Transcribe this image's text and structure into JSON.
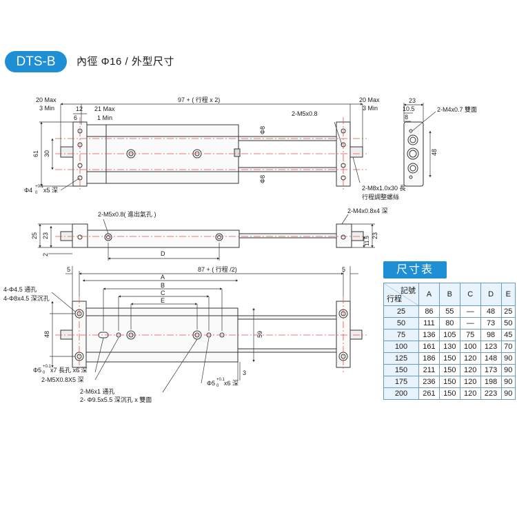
{
  "header": {
    "model": "DTS-B",
    "title": "內徑 Φ16 / 外型尺寸"
  },
  "labels": {
    "top_left_max": "20 Max",
    "top_left_min": "3 Min",
    "dim_12": "12",
    "dim_6": "6",
    "dim_21max": "21 Max",
    "dim_1min": "1 Min",
    "stroke_total": "97 + ( 行程 x 2)",
    "top_right_max": "20 Max",
    "top_right_min": "3 Min",
    "m5_top": "2-M5x0.8",
    "phi8_a": "Φ8",
    "phi8_b": "Φ8",
    "dim_61": "61",
    "dim_30": "30",
    "phi4": "Φ4 ",
    "phi4_tol_top": "+0.1",
    "phi4_tol_bottom": "0",
    "phi4_suffix": "x5 深",
    "m8_line1": "2-M8x1.0x30 長",
    "m8_line2": "行程調整螺絲",
    "end_23": "23",
    "end_10_5": "10.5",
    "end_8": "8",
    "end_48": "48",
    "m4_face": "2-M4x0.7 雙面",
    "m5_port": "2-M5x0.8( 進出氣孔 )",
    "m4_deep": "2-M4x0.8x4 深",
    "side_25": "25",
    "side_23": "23",
    "side_2": "2",
    "side_D": "D",
    "side_11_5": "11.5",
    "side_23r": "23",
    "bot_5l": "5",
    "bot_stroke": "87 + ( 行程 /2)",
    "bot_5r": "5",
    "bot_A": "A",
    "bot_B": "B",
    "bot_C": "C",
    "bot_E": "E",
    "hole_4_45": "4-Φ4.5 通孔",
    "hole_4_8": "4-Φ8x4.5 深沉孔",
    "bot_48": "48",
    "bot_59": "59",
    "bot_3": "3",
    "phi5_left_pre": "Φ5",
    "phi5_left_tol_top": "+0.1",
    "phi5_left_tol_bottom": "0",
    "phi5_left_suffix": " x7 長孔 x6 深",
    "m5x08x5": "2-M5X0.8X5 深",
    "m6_through": "2-M6x1 通孔",
    "phi9_5": "2- Φ9.5x5.5 深沉孔 x 雙面",
    "phi5_right_pre": "Φ5",
    "phi5_right_tol_top": "+0.1",
    "phi5_right_tol_bottom": "0",
    "phi5_right_suffix": "x6 深"
  },
  "dimension_table": {
    "title": "尺寸表",
    "corner_top": "記號",
    "corner_bottom": "行程",
    "columns": [
      "A",
      "B",
      "C",
      "D",
      "E"
    ],
    "rows": [
      {
        "stroke": "25",
        "values": [
          "86",
          "55",
          "—",
          "48",
          "25"
        ]
      },
      {
        "stroke": "50",
        "values": [
          "111",
          "80",
          "—",
          "73",
          "50"
        ]
      },
      {
        "stroke": "75",
        "values": [
          "136",
          "105",
          "75",
          "98",
          "45"
        ]
      },
      {
        "stroke": "100",
        "values": [
          "161",
          "130",
          "100",
          "123",
          "70"
        ]
      },
      {
        "stroke": "125",
        "values": [
          "186",
          "150",
          "120",
          "148",
          "90"
        ]
      },
      {
        "stroke": "150",
        "values": [
          "211",
          "150",
          "120",
          "173",
          "90"
        ]
      },
      {
        "stroke": "175",
        "values": [
          "236",
          "150",
          "120",
          "198",
          "90"
        ]
      },
      {
        "stroke": "200",
        "values": [
          "261",
          "150",
          "120",
          "223",
          "90"
        ]
      }
    ]
  },
  "colors": {
    "accent_blue": "#1e8fd5",
    "centerline_red": "#d9534f",
    "outline": "#333333",
    "table_header_bg": "#e9f3fb"
  }
}
